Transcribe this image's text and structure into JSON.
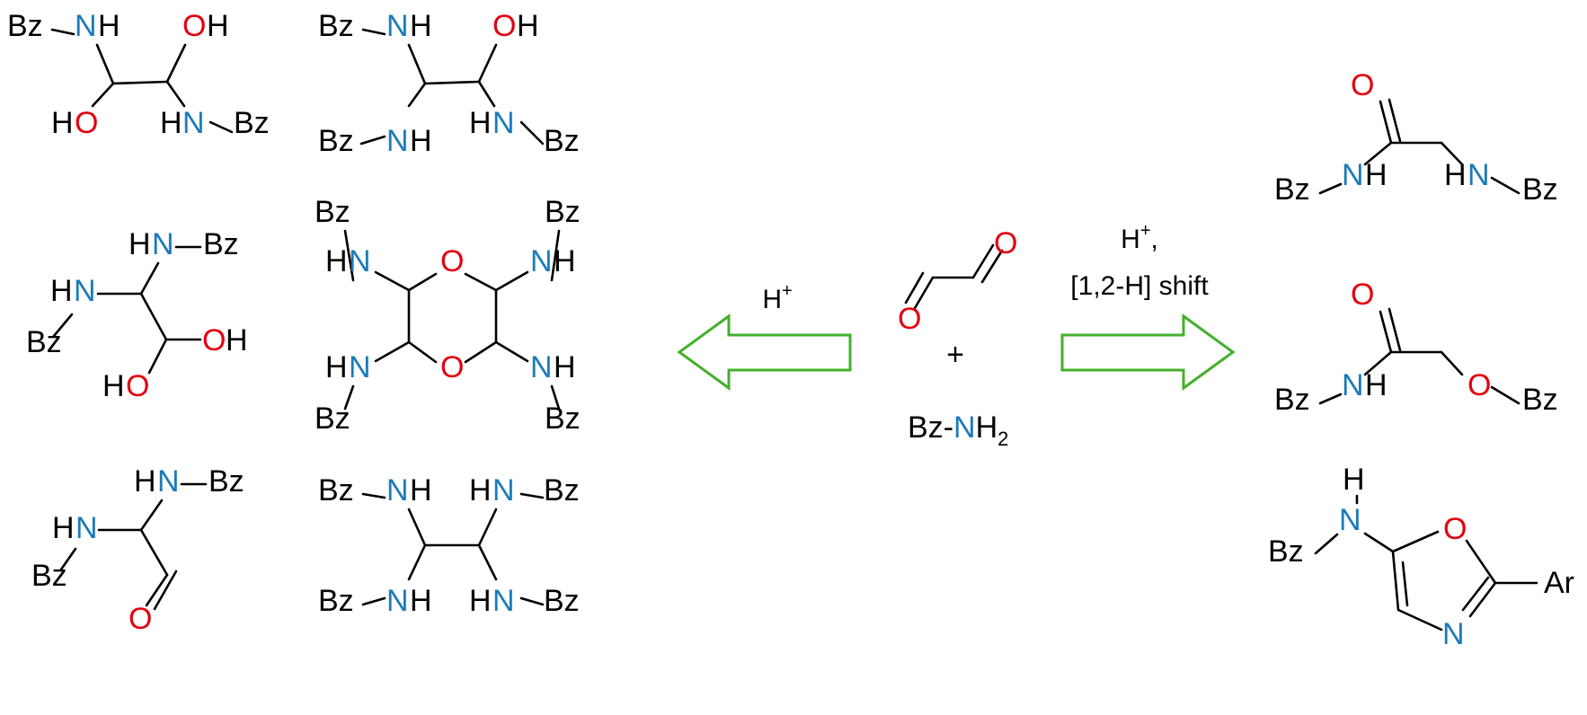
{
  "colors": {
    "carbon": "#000000",
    "nitrogen": "#1a7bb9",
    "oxygen": "#e3000f",
    "arrow": "#43b02a"
  },
  "atoms": {
    "bz": "Bz",
    "n": "N",
    "h": "H",
    "o": "O",
    "ar": "Ar",
    "plus": "+",
    "dash": "-",
    "two": "2"
  },
  "conditions": {
    "left": {
      "h": "H",
      "charge": "+"
    },
    "right": {
      "h": "H",
      "charge": "+",
      "comma": ",",
      "shift": "[1,2-H] shift"
    }
  },
  "arrows": {
    "left": "reaction arrow pointing left",
    "right": "reaction arrow pointing right"
  }
}
